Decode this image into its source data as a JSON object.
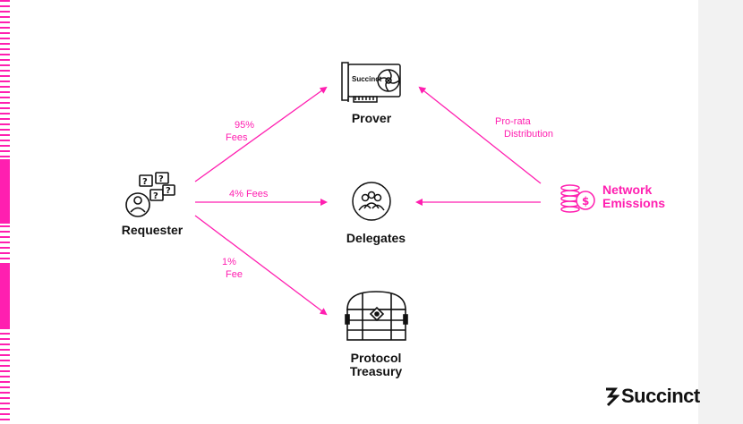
{
  "nodes": {
    "requester": "Requester",
    "prover": "Prover",
    "delegates": "Delegates",
    "treasury_line1": "Protocol",
    "treasury_line2": "Treasury",
    "emissions_line1": "Network",
    "emissions_line2": "Emissions"
  },
  "flows": {
    "prover_fee_pct": "95%",
    "prover_fee_word": "Fees",
    "delegates_fee": "4% Fees",
    "treasury_fee_pct": "1%",
    "treasury_fee_word": "Fee",
    "prorata_line1": "Pro-rata",
    "prorata_line2": "Distribution"
  },
  "gpu_brand": "Succinct",
  "brand": "Succinct",
  "colors": {
    "accent": "#ff1fb0",
    "ink": "#111111"
  }
}
